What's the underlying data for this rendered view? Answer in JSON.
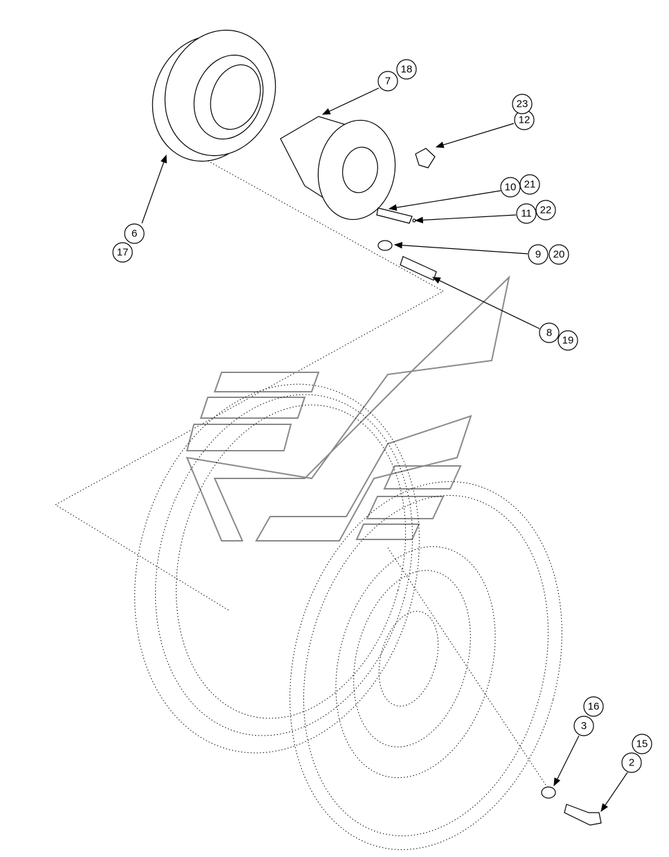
{
  "diagram": {
    "title": "Wheel hub assembly exploded view",
    "callouts": {
      "c6": "6",
      "c17": "17",
      "c7": "7",
      "c18": "18",
      "c12": "12",
      "c23": "23",
      "c10": "10",
      "c21": "21",
      "c11": "11",
      "c22": "22",
      "c9": "9",
      "c20": "20",
      "c8": "8",
      "c19": "19",
      "c16": "16",
      "c3": "3",
      "c15": "15",
      "c2": "2"
    }
  }
}
